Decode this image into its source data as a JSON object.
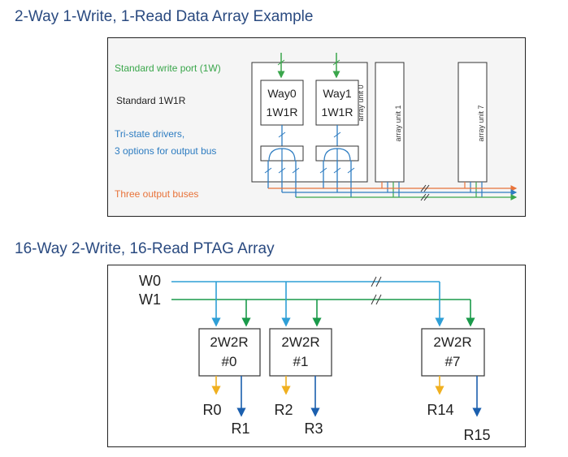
{
  "titles": {
    "top": "2-Way 1-Write, 1-Read Data Array Example",
    "bottom": "16-Way 2-Write, 16-Read PTAG Array"
  },
  "diagram1": {
    "labels": {
      "write_port": "Standard write port (1W)",
      "std_1w1r": "Standard 1W1R",
      "tristate_1": "Tri-state drivers,",
      "tristate_2": "3 options for output bus",
      "output_buses": "Three output buses"
    },
    "ways": [
      {
        "name": "Way0",
        "type": "1W1R"
      },
      {
        "name": "Way1",
        "type": "1W1R"
      }
    ],
    "array_units": [
      "array unit 0",
      "array unit 1",
      "array unit 7"
    ],
    "colors": {
      "green": "#3aa64b",
      "blue": "#2d7cc1",
      "orange": "#e8733a",
      "write_label": "#3aa64b",
      "tristate_label": "#2d7cc1",
      "output_label": "#e8733a"
    }
  },
  "diagram2": {
    "inputs": [
      "W0",
      "W1"
    ],
    "blocks": [
      {
        "type": "2W2R",
        "index": "#0"
      },
      {
        "type": "2W2R",
        "index": "#1"
      },
      {
        "type": "2W2R",
        "index": "#7"
      }
    ],
    "outputs": [
      "R0",
      "R1",
      "R2",
      "R3",
      "R14",
      "R15"
    ],
    "colors": {
      "w0_line": "#2f9fd6",
      "w1_line": "#1a9a4a",
      "read_even": "#f0b020",
      "read_odd": "#1b5fae"
    }
  }
}
